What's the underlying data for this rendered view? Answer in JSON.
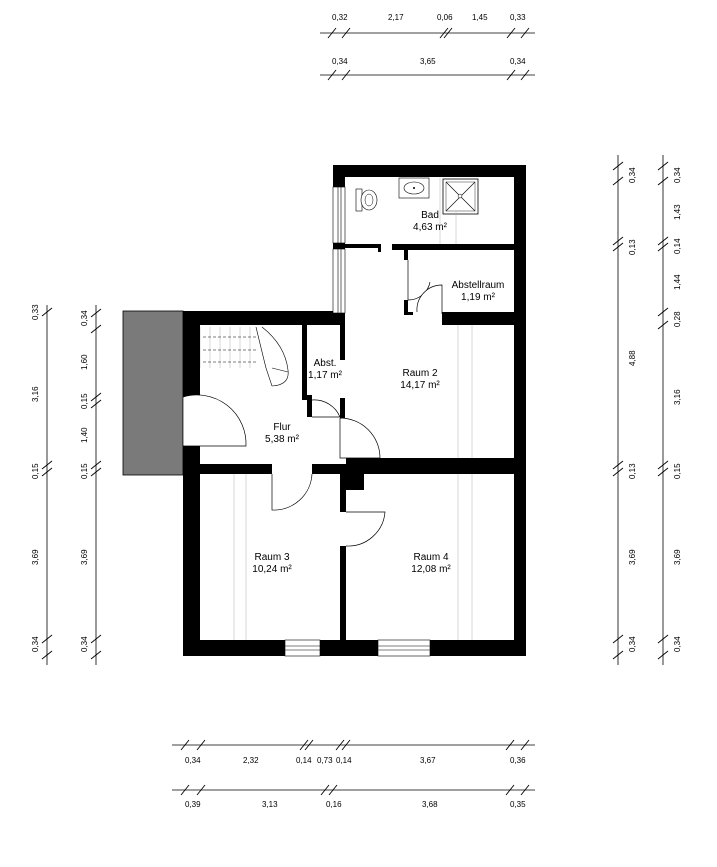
{
  "rooms": [
    {
      "name": "Bad",
      "area": "4,63 m²"
    },
    {
      "name": "Abstellraum",
      "area": "1,19 m²"
    },
    {
      "name": "Abst.",
      "area": "1,17 m²"
    },
    {
      "name": "Raum 2",
      "area": "14,17 m²"
    },
    {
      "name": "Flur",
      "area": "5,38 m²"
    },
    {
      "name": "Raum 3",
      "area": "10,24 m²"
    },
    {
      "name": "Raum 4",
      "area": "12,08 m²"
    }
  ],
  "dimensions": {
    "top_row1": [
      "0,32",
      "2,17",
      "0,06",
      "1,45",
      "0,33"
    ],
    "top_row2": [
      "0,34",
      "3,65",
      "0,34"
    ],
    "left_outer": [
      "0,33",
      "3,16",
      "0,15",
      "3,69",
      "0,34"
    ],
    "left_inner": [
      "0,34",
      "1,60",
      "0,15",
      "1,40",
      "0,15",
      "3,69",
      "0,34"
    ],
    "right_inner": [
      "0,34",
      "0,13",
      "4,88",
      "0,13",
      "3,69",
      "0,34"
    ],
    "right_outer": [
      "0,34",
      "1,43",
      "0,14",
      "1,44",
      "0,28",
      "3,16",
      "0,15",
      "3,69",
      "0,34"
    ],
    "bottom_row1": [
      "0,34",
      "2,32",
      "0,14",
      "0,73",
      "0,14",
      "3,67",
      "0,36"
    ],
    "bottom_row2": [
      "0,39",
      "3,13",
      "0,16",
      "3,68",
      "0,35"
    ]
  }
}
